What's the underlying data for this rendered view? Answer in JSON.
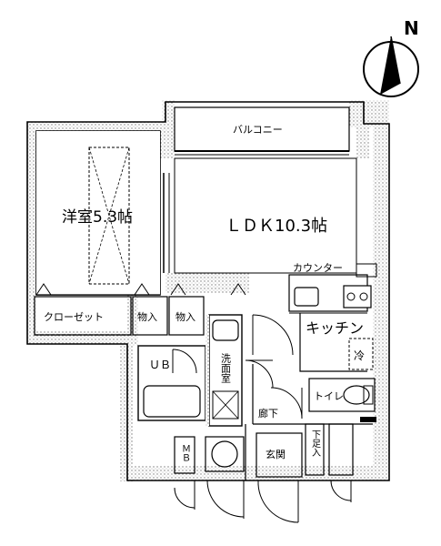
{
  "compass": {
    "label": "N"
  },
  "rooms": {
    "western_room": "洋室5.3帖",
    "ldk": "ＬＤＫ10.3帖",
    "balcony": "バルコニー",
    "counter": "カウンター",
    "kitchen": "キッチン",
    "fridge": "冷",
    "closet": "クローゼット",
    "storage_left": "物入",
    "storage_right": "物入",
    "unit_bath": "ＵＢ",
    "washroom": "洗面室",
    "toilet": "トイレ",
    "hallway": "廊下",
    "shoe_cabinet": "下足入",
    "entrance": "玄関",
    "meter_box": "ＭＢ"
  }
}
